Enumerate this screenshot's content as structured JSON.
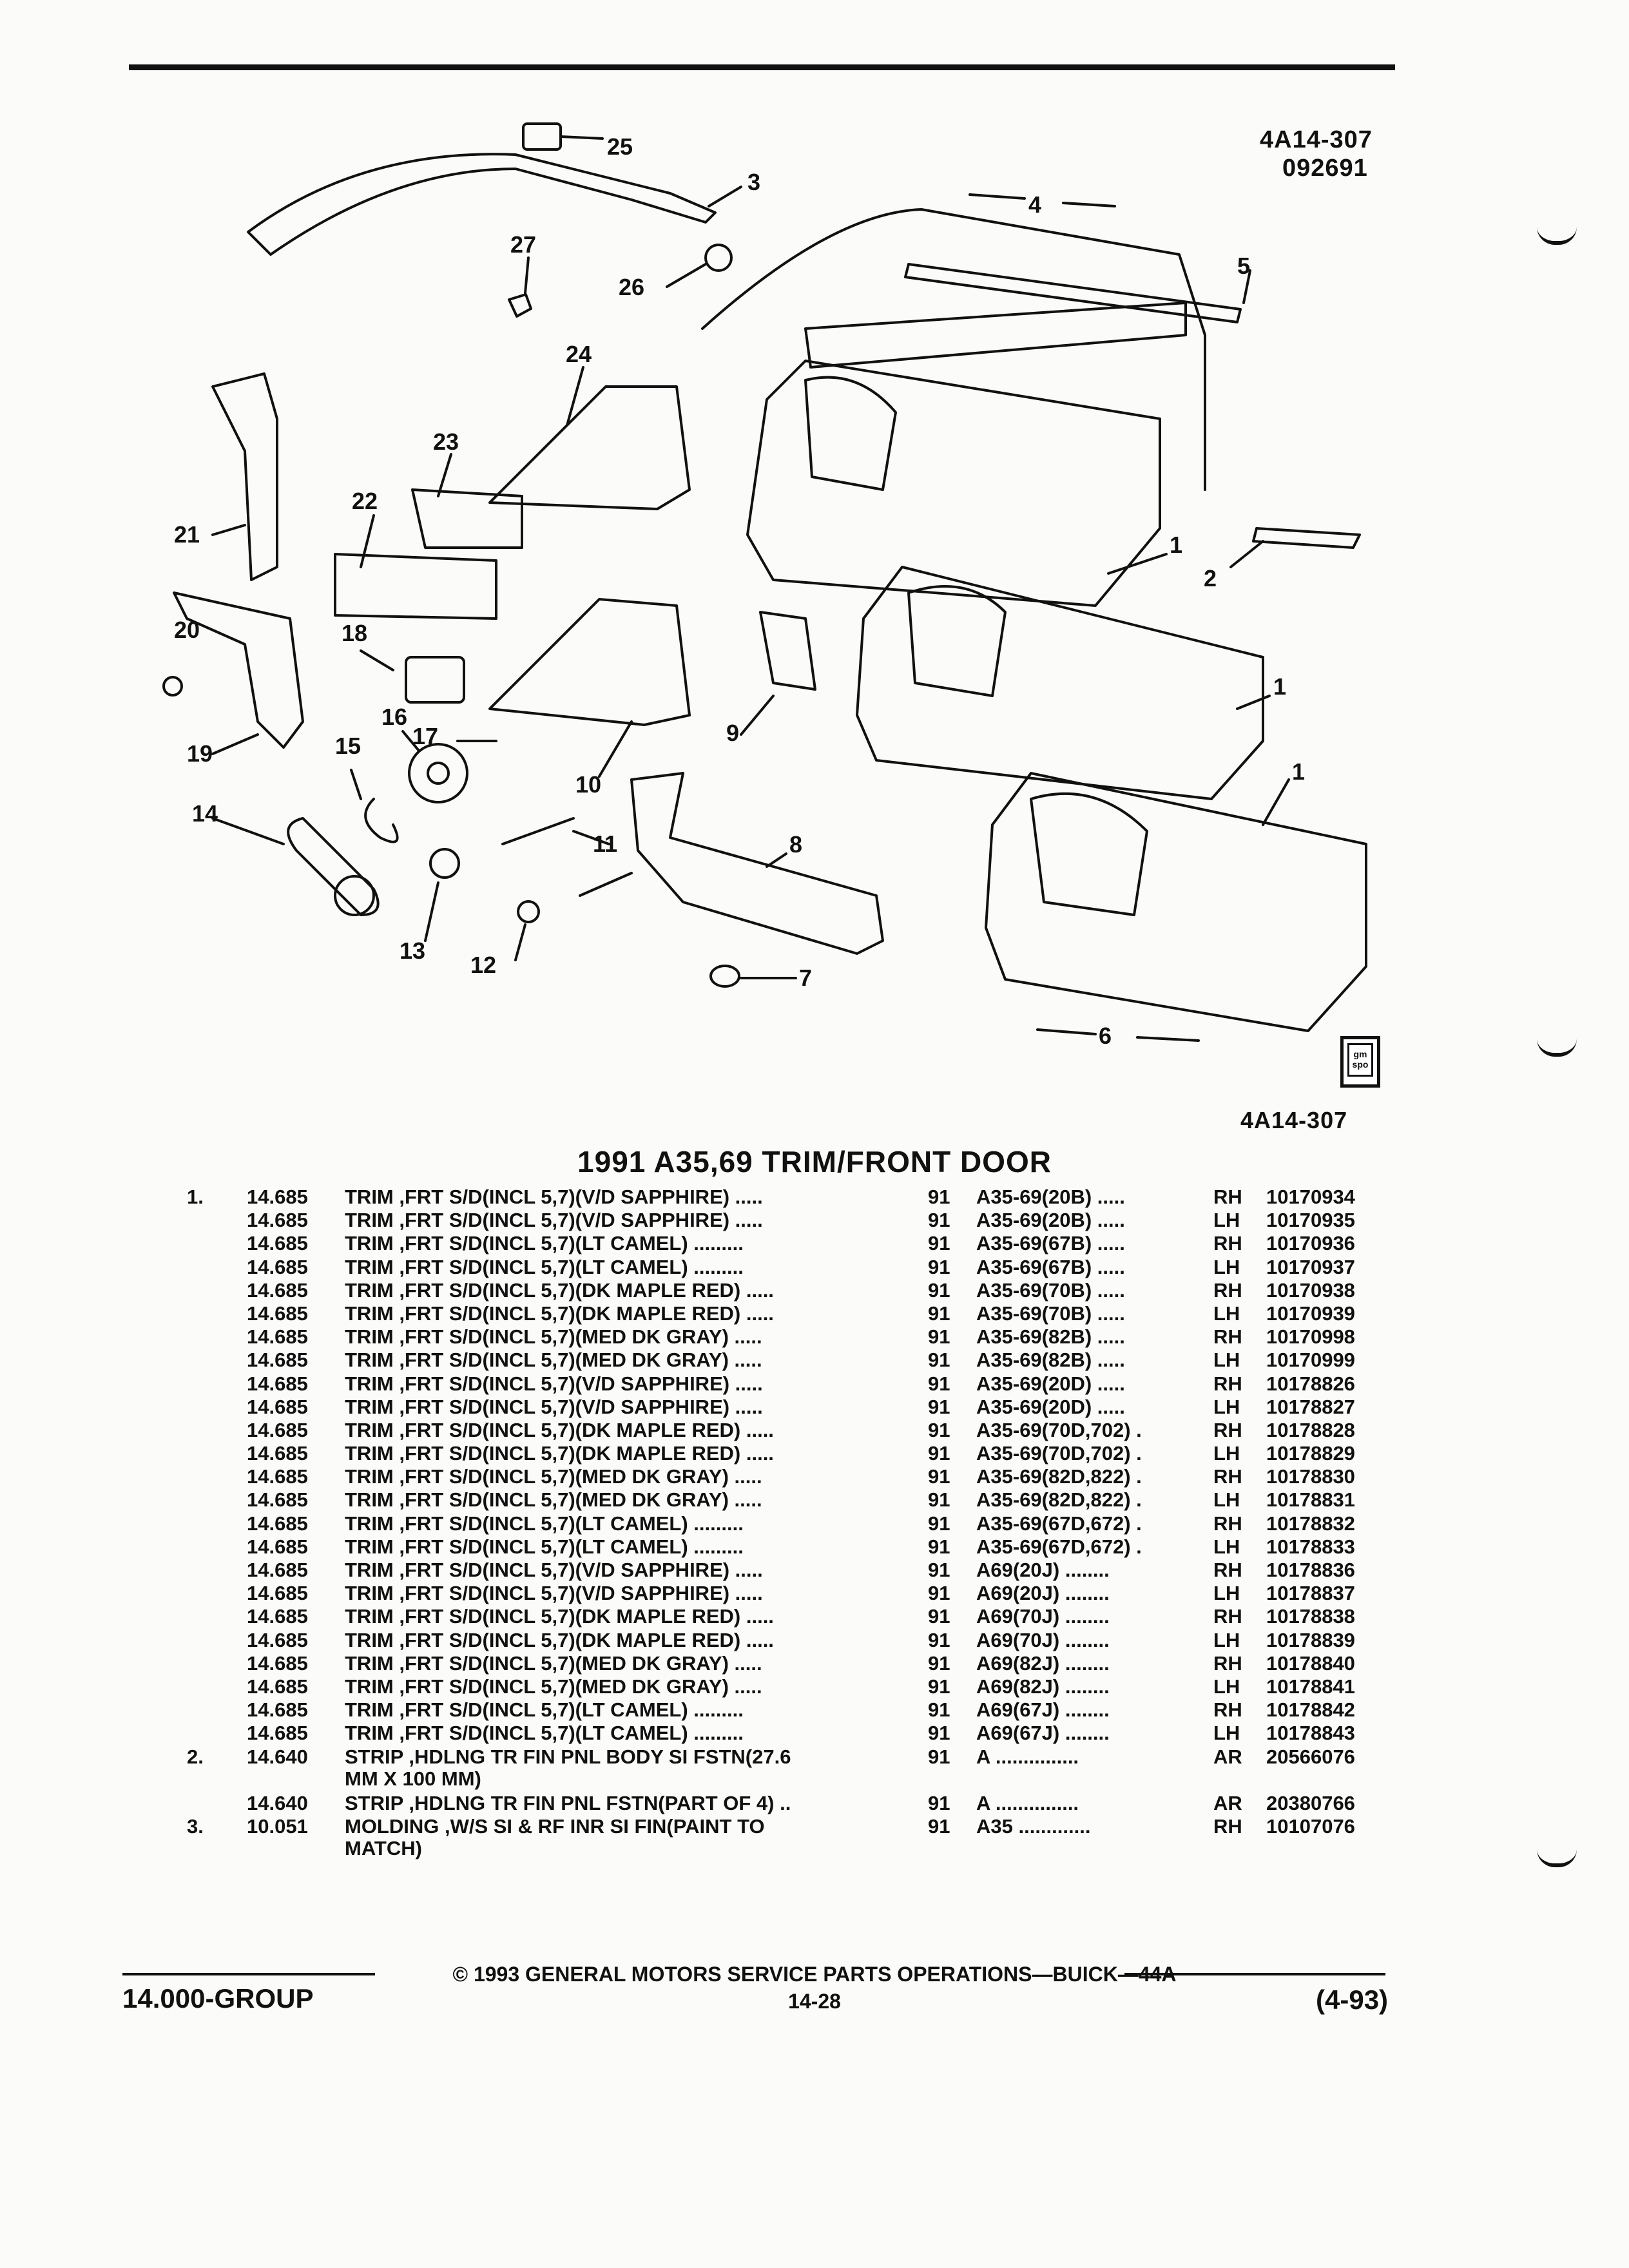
{
  "figure": {
    "id_top": "4A14-307",
    "date_code": "092691",
    "id_bottom": "4A14-307",
    "logo_text": "gm spo",
    "callouts": [
      "25",
      "3",
      "27",
      "26",
      "4",
      "5",
      "24",
      "23",
      "22",
      "21",
      "2",
      "1",
      "1",
      "1",
      "20",
      "18",
      "19",
      "16",
      "17",
      "15",
      "10",
      "9",
      "14",
      "11",
      "8",
      "13",
      "12",
      "7",
      "6"
    ]
  },
  "section_title": "1991 A35,69 TRIM/FRONT DOOR",
  "parts": [
    {
      "ref": "1.",
      "group": "14.685",
      "desc": "TRIM ,FRT S/D(INCL 5,7)(V/D SAPPHIRE)  .....",
      "year": "91",
      "model": "A35-69(20B)  .....",
      "side": "RH",
      "part": "10170934"
    },
    {
      "ref": "",
      "group": "14.685",
      "desc": "TRIM ,FRT S/D(INCL 5,7)(V/D SAPPHIRE)  .....",
      "year": "91",
      "model": "A35-69(20B)  .....",
      "side": "LH",
      "part": "10170935"
    },
    {
      "ref": "",
      "group": "14.685",
      "desc": "TRIM ,FRT S/D(INCL 5,7)(LT CAMEL)  .........",
      "year": "91",
      "model": "A35-69(67B)  .....",
      "side": "RH",
      "part": "10170936"
    },
    {
      "ref": "",
      "group": "14.685",
      "desc": "TRIM ,FRT S/D(INCL 5,7)(LT CAMEL)  .........",
      "year": "91",
      "model": "A35-69(67B)  .....",
      "side": "LH",
      "part": "10170937"
    },
    {
      "ref": "",
      "group": "14.685",
      "desc": "TRIM ,FRT S/D(INCL 5,7)(DK MAPLE RED)  .....",
      "year": "91",
      "model": "A35-69(70B)  .....",
      "side": "RH",
      "part": "10170938"
    },
    {
      "ref": "",
      "group": "14.685",
      "desc": "TRIM ,FRT S/D(INCL 5,7)(DK MAPLE RED)  .....",
      "year": "91",
      "model": "A35-69(70B)  .....",
      "side": "LH",
      "part": "10170939"
    },
    {
      "ref": "",
      "group": "14.685",
      "desc": "TRIM ,FRT S/D(INCL 5,7)(MED DK GRAY)  .....",
      "year": "91",
      "model": "A35-69(82B)  .....",
      "side": "RH",
      "part": "10170998"
    },
    {
      "ref": "",
      "group": "14.685",
      "desc": "TRIM ,FRT S/D(INCL 5,7)(MED DK GRAY)  .....",
      "year": "91",
      "model": "A35-69(82B)  .....",
      "side": "LH",
      "part": "10170999"
    },
    {
      "ref": "",
      "group": "14.685",
      "desc": "TRIM ,FRT S/D(INCL 5,7)(V/D SAPPHIRE)  .....",
      "year": "91",
      "model": "A35-69(20D)  .....",
      "side": "RH",
      "part": "10178826"
    },
    {
      "ref": "",
      "group": "14.685",
      "desc": "TRIM ,FRT S/D(INCL 5,7)(V/D SAPPHIRE)  .....",
      "year": "91",
      "model": "A35-69(20D)  .....",
      "side": "LH",
      "part": "10178827"
    },
    {
      "ref": "",
      "group": "14.685",
      "desc": "TRIM ,FRT S/D(INCL 5,7)(DK MAPLE RED)  .....",
      "year": "91",
      "model": "A35-69(70D,702)  .",
      "side": "RH",
      "part": "10178828"
    },
    {
      "ref": "",
      "group": "14.685",
      "desc": "TRIM ,FRT S/D(INCL 5,7)(DK MAPLE RED)  .....",
      "year": "91",
      "model": "A35-69(70D,702)  .",
      "side": "LH",
      "part": "10178829"
    },
    {
      "ref": "",
      "group": "14.685",
      "desc": "TRIM ,FRT S/D(INCL 5,7)(MED DK GRAY)  .....",
      "year": "91",
      "model": "A35-69(82D,822)  .",
      "side": "RH",
      "part": "10178830"
    },
    {
      "ref": "",
      "group": "14.685",
      "desc": "TRIM ,FRT S/D(INCL 5,7)(MED DK GRAY)  .....",
      "year": "91",
      "model": "A35-69(82D,822)  .",
      "side": "LH",
      "part": "10178831"
    },
    {
      "ref": "",
      "group": "14.685",
      "desc": "TRIM ,FRT S/D(INCL 5,7)(LT CAMEL)  .........",
      "year": "91",
      "model": "A35-69(67D,672)  .",
      "side": "RH",
      "part": "10178832"
    },
    {
      "ref": "",
      "group": "14.685",
      "desc": "TRIM ,FRT S/D(INCL 5,7)(LT CAMEL)  .........",
      "year": "91",
      "model": "A35-69(67D,672)  .",
      "side": "LH",
      "part": "10178833"
    },
    {
      "ref": "",
      "group": "14.685",
      "desc": "TRIM ,FRT S/D(INCL 5,7)(V/D SAPPHIRE)  .....",
      "year": "91",
      "model": "A69(20J)  ........",
      "side": "RH",
      "part": "10178836"
    },
    {
      "ref": "",
      "group": "14.685",
      "desc": "TRIM ,FRT S/D(INCL 5,7)(V/D SAPPHIRE)  .....",
      "year": "91",
      "model": "A69(20J)  ........",
      "side": "LH",
      "part": "10178837"
    },
    {
      "ref": "",
      "group": "14.685",
      "desc": "TRIM ,FRT S/D(INCL 5,7)(DK MAPLE RED)  .....",
      "year": "91",
      "model": "A69(70J)  ........",
      "side": "RH",
      "part": "10178838"
    },
    {
      "ref": "",
      "group": "14.685",
      "desc": "TRIM ,FRT S/D(INCL 5,7)(DK MAPLE RED)  .....",
      "year": "91",
      "model": "A69(70J)  ........",
      "side": "LH",
      "part": "10178839"
    },
    {
      "ref": "",
      "group": "14.685",
      "desc": "TRIM ,FRT S/D(INCL 5,7)(MED DK GRAY)  .....",
      "year": "91",
      "model": "A69(82J)  ........",
      "side": "RH",
      "part": "10178840"
    },
    {
      "ref": "",
      "group": "14.685",
      "desc": "TRIM ,FRT S/D(INCL 5,7)(MED DK GRAY)  .....",
      "year": "91",
      "model": "A69(82J)  ........",
      "side": "LH",
      "part": "10178841"
    },
    {
      "ref": "",
      "group": "14.685",
      "desc": "TRIM ,FRT S/D(INCL 5,7)(LT CAMEL)  .........",
      "year": "91",
      "model": "A69(67J)  ........",
      "side": "RH",
      "part": "10178842"
    },
    {
      "ref": "",
      "group": "14.685",
      "desc": "TRIM ,FRT S/D(INCL 5,7)(LT CAMEL)  .........",
      "year": "91",
      "model": "A69(67J)  ........",
      "side": "LH",
      "part": "10178843"
    },
    {
      "ref": "2.",
      "group": "14.640",
      "desc": "STRIP ,HDLNG TR FIN PNL BODY SI FSTN(27.6",
      "desc2": "MM X 100 MM)",
      "year": "91",
      "model": "A  ...............",
      "side": "AR",
      "part": "20566076"
    },
    {
      "ref": "",
      "group": "14.640",
      "desc": "STRIP ,HDLNG TR FIN PNL FSTN(PART OF 4)  ..",
      "year": "91",
      "model": "A  ...............",
      "side": "AR",
      "part": "20380766"
    },
    {
      "ref": "3.",
      "group": "10.051",
      "desc": "MOLDING ,W/S SI & RF INR SI FIN(PAINT TO",
      "desc2": "MATCH)",
      "year": "91",
      "model": "A35  .............",
      "side": "RH",
      "part": "10107076"
    }
  ],
  "footer": {
    "copyright": "© 1993 GENERAL MOTORS SERVICE PARTS OPERATIONS—BUICK—44A",
    "group": "14.000-GROUP",
    "page": "14-28",
    "date": "(4-93)"
  }
}
